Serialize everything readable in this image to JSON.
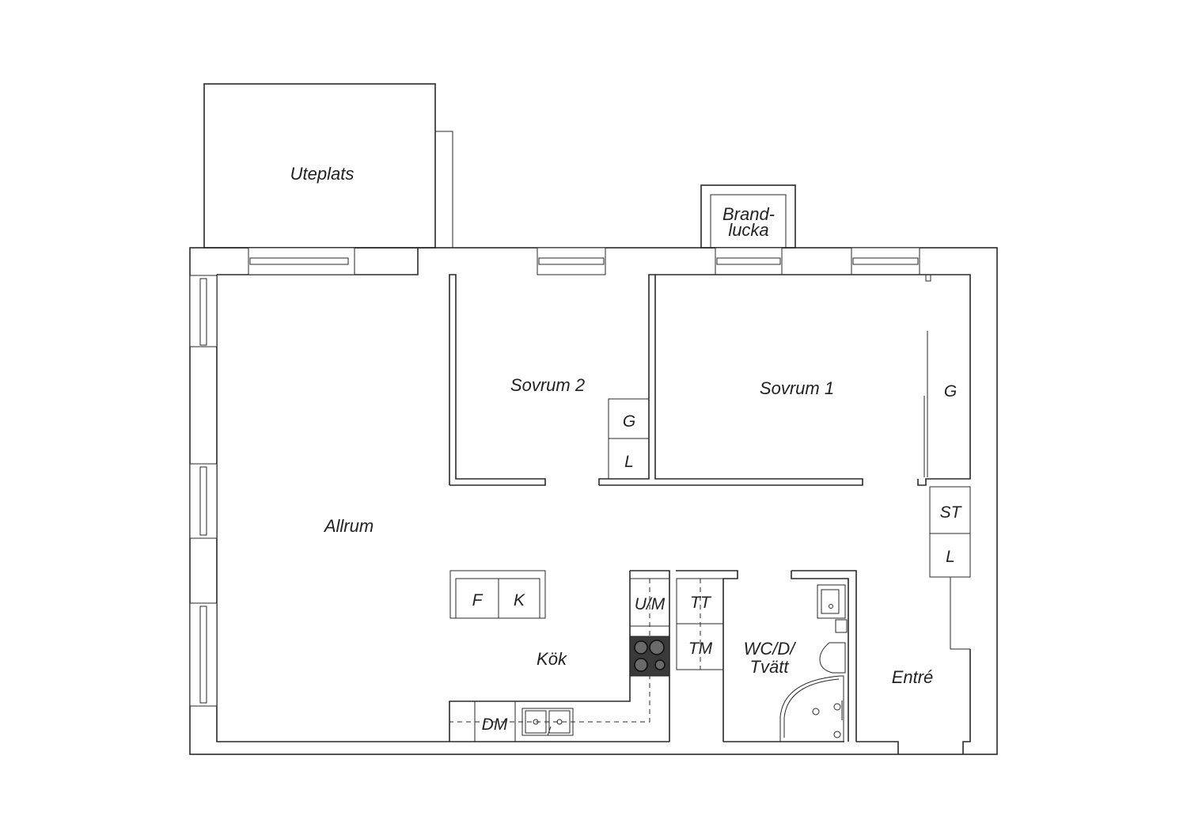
{
  "rooms": {
    "uteplats": "Uteplats",
    "brandlucka_line1": "Brand-",
    "brandlucka_line2": "lucka",
    "sovrum2": "Sovrum 2",
    "sovrum1": "Sovrum 1",
    "allrum": "Allrum",
    "kok": "Kök",
    "wc_line1": "WC/D/",
    "wc_line2": "Tvätt",
    "entre": "Entré"
  },
  "fixtures": {
    "g_sovrum2": "G",
    "l_sovrum2": "L",
    "g_sovrum1": "G",
    "st": "ST",
    "l_entre": "L",
    "f": "F",
    "k": "K",
    "um": "U/M",
    "tt": "TT",
    "tm": "TM",
    "dm": "DM"
  },
  "colors": {
    "line": "#2a2a2a",
    "hob": "#3a3a3a"
  }
}
